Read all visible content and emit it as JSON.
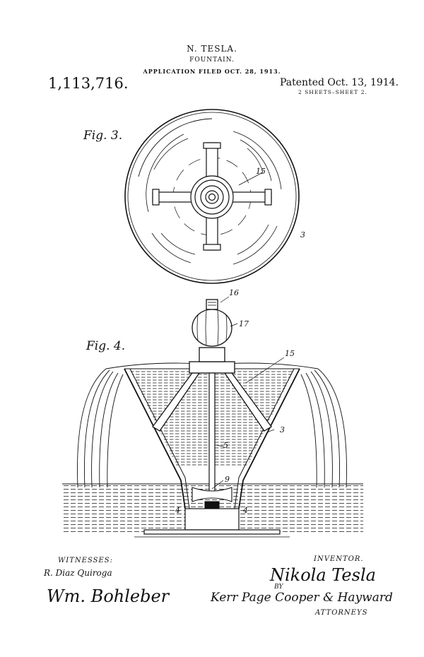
{
  "header": {
    "inventor": "N. TESLA.",
    "title": "FOUNTAIN.",
    "application": "APPLICATION FILED OCT. 28, 1913.",
    "patent_number": "1,113,716.",
    "patented": "Patented Oct. 13, 1914.",
    "sheets": "2 SHEETS–SHEET 2."
  },
  "figures": {
    "fig3": {
      "label": "Fig. 3.",
      "ref_15": "15",
      "ref_3": "3"
    },
    "fig4": {
      "label": "Fig. 4.",
      "ref_16": "16",
      "ref_17": "17",
      "ref_15": "15",
      "ref_3": "3",
      "ref_5": "5",
      "ref_9": "9",
      "ref_4_left": "4",
      "ref_4_right": "4"
    }
  },
  "footer": {
    "witnesses_label": "WITNESSES:",
    "witness_1": "R. Diaz Quiroga",
    "witness_2": "Wm. Bohleber",
    "inventor_label": "INVENTOR.",
    "inventor_signature": "Nikola Tesla",
    "by_label": "BY",
    "attorneys_signature": "Kerr Page Cooper & Hayward",
    "attorneys_label": "ATTORNEYS"
  }
}
